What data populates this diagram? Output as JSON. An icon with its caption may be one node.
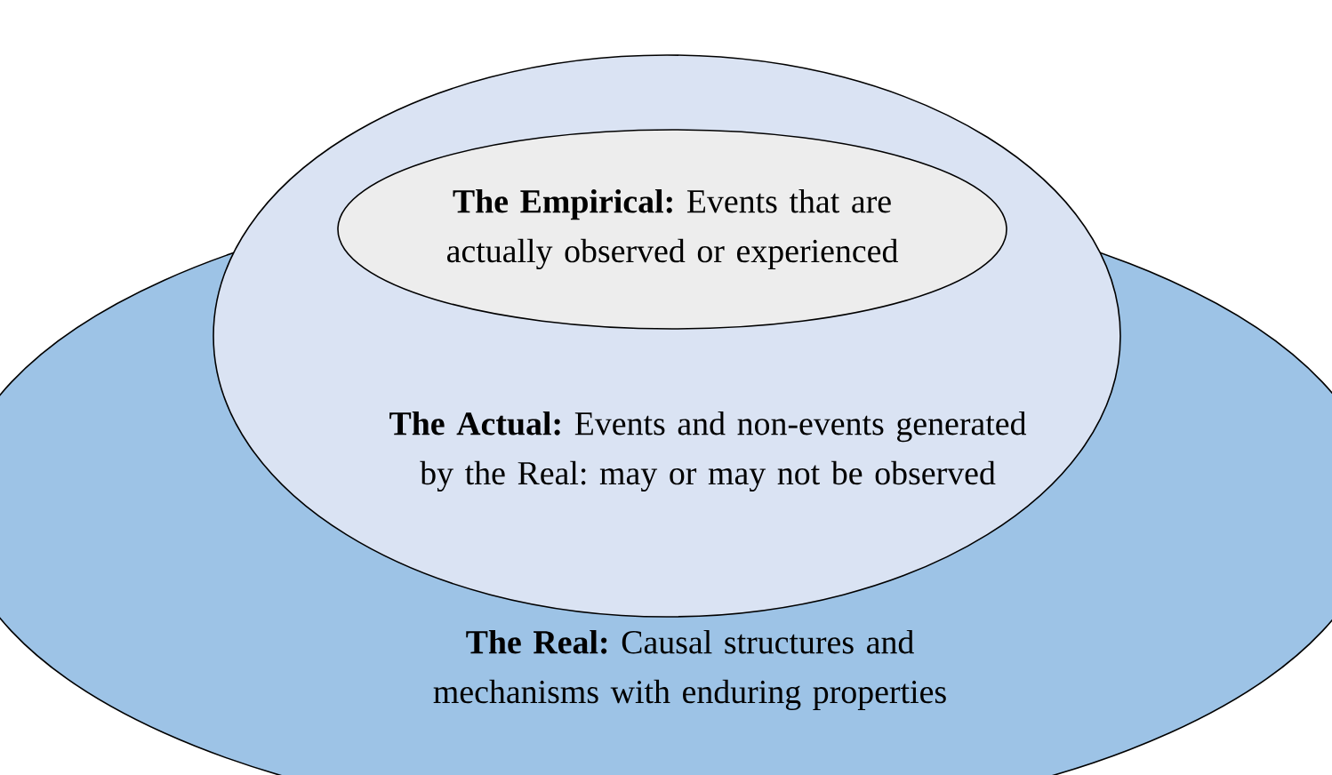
{
  "diagram": {
    "nodes": [
      {
        "text": [
          "**The Real:** Causal structures and mechanisms with enduring properties"
        ]
      },
      {
        "text": [
          "**The Actual:** Events and non-events generated by the Real: may or may not be observed"
        ]
      },
      {
        "text": [
          "**The Empirical:** Events that are actually observed or experienced"
        ],
        "in": 1
      }
    ]
  }
}
